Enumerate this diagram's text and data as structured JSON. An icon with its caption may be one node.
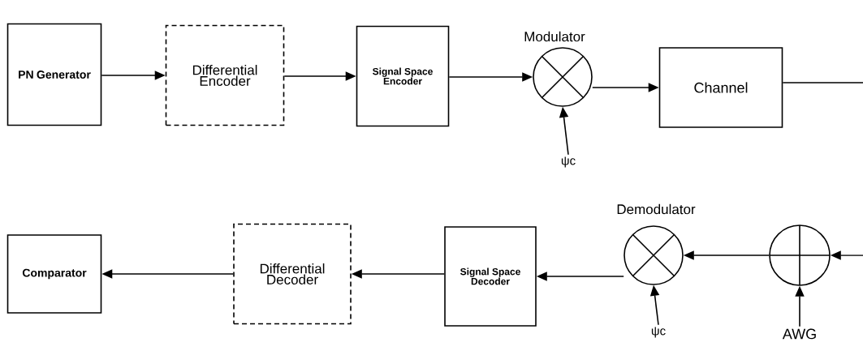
{
  "diagram": {
    "nodes": [
      {
        "text": [
          "PN Generator"
        ]
      },
      {
        "text": [
          "Differential Encoder"
        ]
      },
      {
        "text": [
          "Signal Space Encoder"
        ]
      },
      {
        "text": [],
        "shape": "circle",
        "beside": [
          "Modulator"
        ]
      },
      {
        "text": [
          "ψc"
        ]
      },
      {
        "text": [
          "Channel"
        ]
      },
      {
        "text": [
          "Comparator"
        ]
      },
      {
        "text": [
          "Differential Decoder"
        ]
      },
      {
        "text": [
          "Signal Space Decoder"
        ]
      },
      {
        "text": [],
        "shape": "circle",
        "beside": [
          "Demodulator"
        ]
      },
      {
        "text": [
          "ψc"
        ]
      },
      {
        "text": [],
        "shape": "circle"
      },
      {
        "text": [
          "AWG"
        ]
      }
    ],
    "edges": [
      {
        "from": 0,
        "to": 1,
        "arrow": "to"
      },
      {
        "from": 1,
        "to": 2,
        "arrow": "to"
      },
      {
        "from": 2,
        "to": 3,
        "arrow": "to"
      },
      {
        "from": 4,
        "to": 3,
        "arrow": "to"
      },
      {
        "from": 3,
        "to": 5,
        "arrow": "to"
      },
      {
        "from": 5,
        "to": null,
        "arrow": "none"
      },
      {
        "from": null,
        "to": 11,
        "arrow": "to"
      },
      {
        "from": 12,
        "to": 11,
        "arrow": "to"
      },
      {
        "from": 11,
        "to": 9,
        "arrow": "to"
      },
      {
        "from": 10,
        "to": 9,
        "arrow": "to"
      },
      {
        "from": 9,
        "to": 8,
        "arrow": "to"
      },
      {
        "from": 8,
        "to": 7,
        "arrow": "to"
      },
      {
        "from": 7,
        "to": 6,
        "arrow": "to"
      }
    ]
  }
}
